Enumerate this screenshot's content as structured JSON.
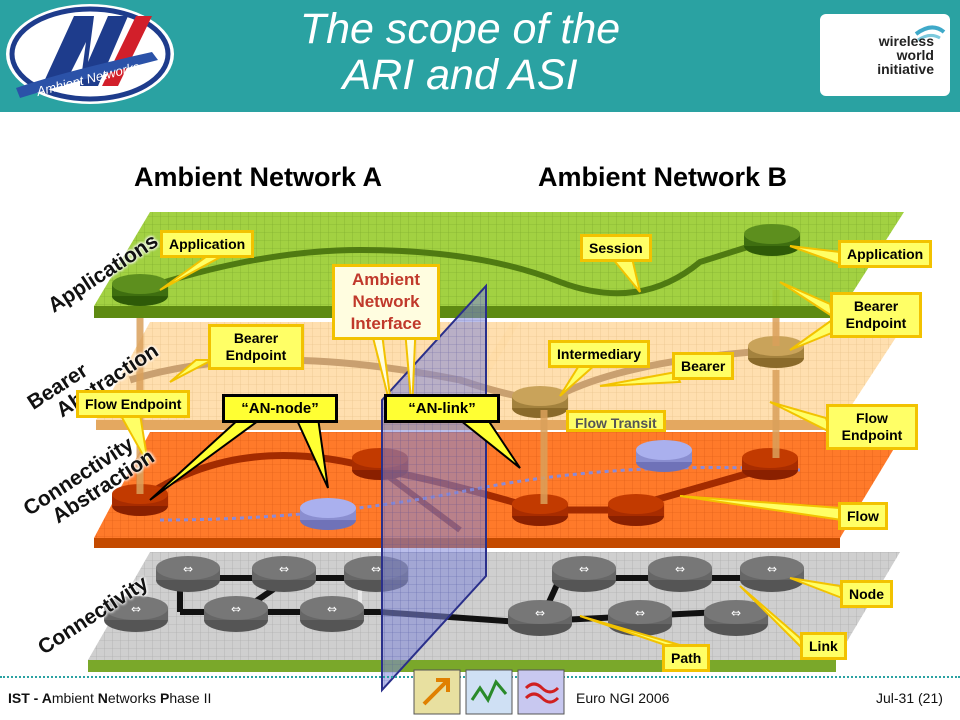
{
  "slide": {
    "title_line1": "The scope of the",
    "title_line2": "ARI and ASI",
    "logo_left_text": "Ambient Networks",
    "logo_right_text_1": "wireless",
    "logo_right_text_2": "world",
    "logo_right_text_3": "initiative"
  },
  "diagram": {
    "network_a": "Ambient Network A",
    "network_b": "Ambient Network B",
    "layers": {
      "applications": "Applications",
      "bearer_1": "Bearer",
      "bearer_2": "Abstraction",
      "connectivity_abs_1": "Connectivity",
      "connectivity_abs_2": "Abstraction",
      "connectivity": "Connectivity"
    },
    "interface_1": "Ambient",
    "interface_2": "Network",
    "interface_3": "Interface",
    "callouts": {
      "application_left": "Application",
      "session": "Session",
      "application_right": "Application",
      "bearer_endpoint_left_1": "Bearer",
      "bearer_endpoint_left_2": "Endpoint",
      "bearer_endpoint_right_1": "Bearer",
      "bearer_endpoint_right_2": "Endpoint",
      "intermediary": "Intermediary",
      "bearer": "Bearer",
      "flow_endpoint_left": "Flow Endpoint",
      "an_node": "“AN-node”",
      "an_link": "“AN-link”",
      "flow_transit": "Flow Transit",
      "flow_endpoint_right_1": "Flow",
      "flow_endpoint_right_2": "Endpoint",
      "flow": "Flow",
      "node": "Node",
      "link": "Link",
      "path": "Path"
    },
    "colors": {
      "applications": "#9acd32",
      "bearer": "#ffd9a0",
      "connectivity_abstraction": "#ff6a1a",
      "connectivity": "#c8c8c8",
      "interface_plane": "#7f86d8",
      "callout_fill": "#ffff66",
      "callout_border": "#f2c200"
    }
  },
  "footer": {
    "left_1": "IST - ",
    "left_2": "A",
    "left_3": "mbient ",
    "left_4": "N",
    "left_5": "etworks ",
    "left_6": "P",
    "left_7": "hase II",
    "center": "Euro NGI 2006",
    "right": "Jul-31  (21)"
  }
}
